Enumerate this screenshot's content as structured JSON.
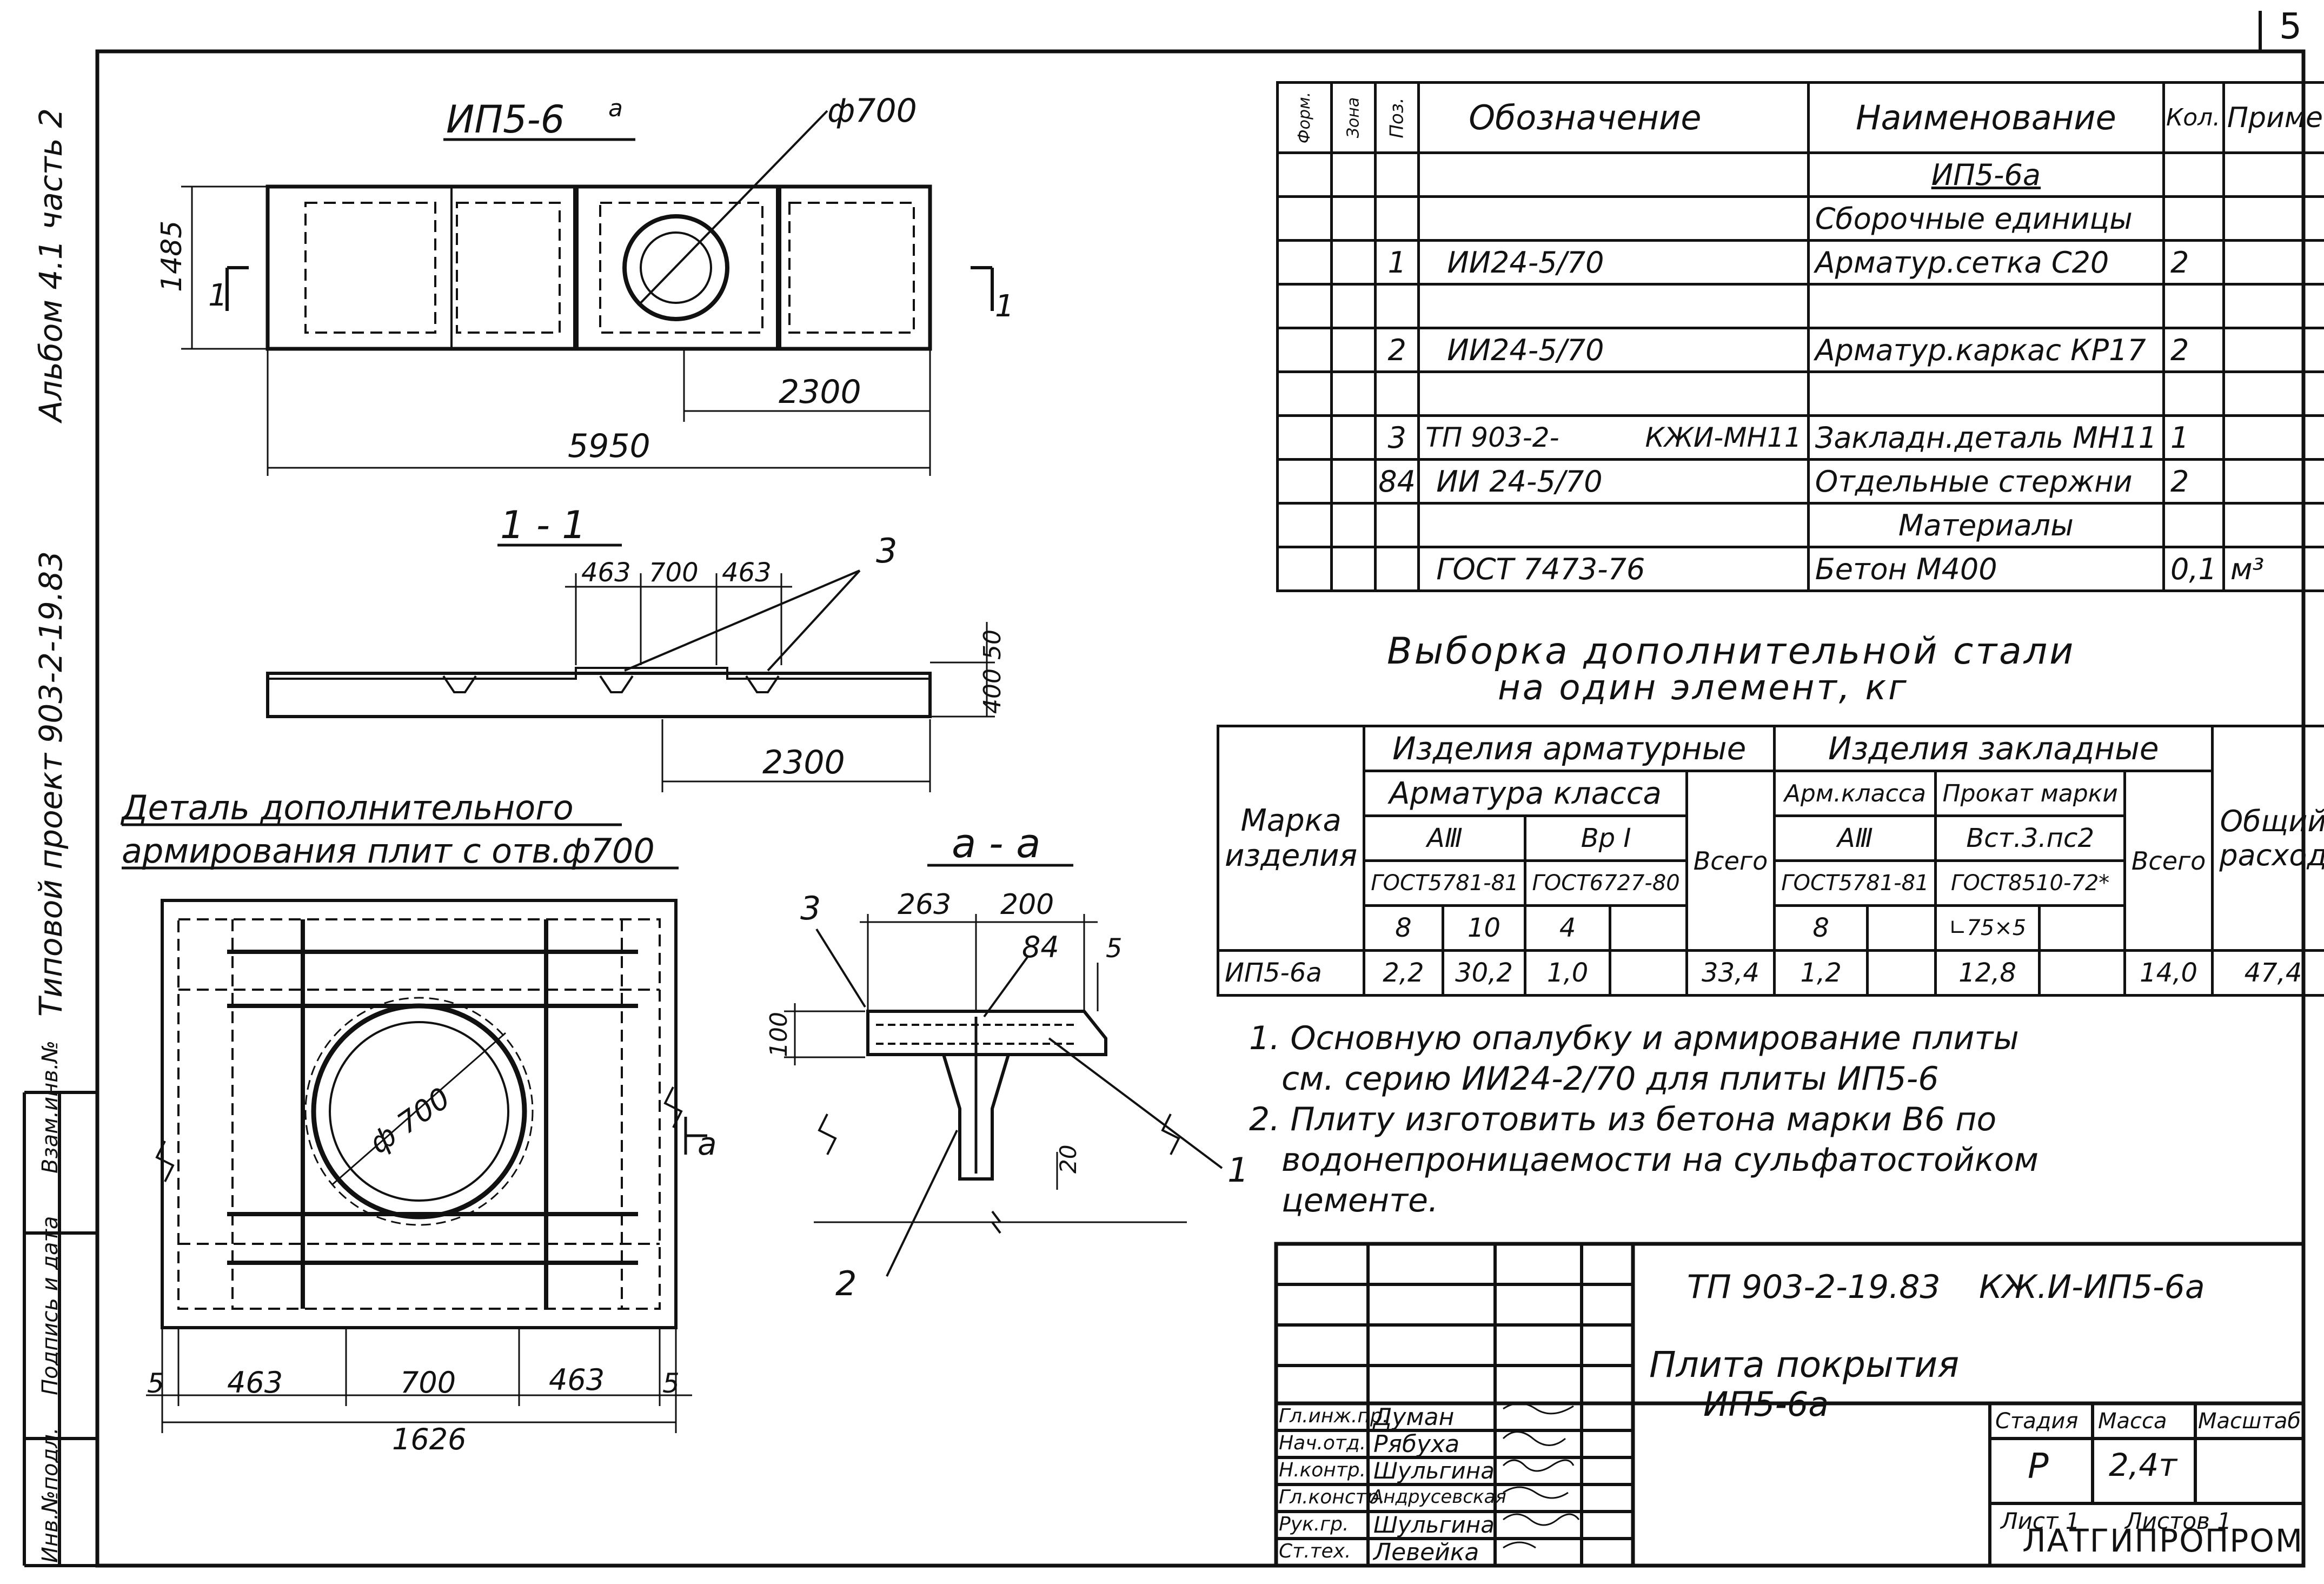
{
  "page_number": "5",
  "side_labels": {
    "album": "Альбом 4.1 часть 2",
    "project": "Типовой проект 903-2-19.83",
    "stamp_1": "Взам.инв.№",
    "stamp_2": "Подпись и дата",
    "stamp_3": "Инв.№подл."
  },
  "plan": {
    "title": "ИП5-6",
    "title_sup": "а",
    "hole": "ф700",
    "height": "1485",
    "offset": "2300",
    "length": "5950",
    "cut_left": "1",
    "cut_right": "1"
  },
  "section_1": {
    "title": "1 - 1",
    "d1": "463",
    "d2": "700",
    "d3": "463",
    "callout": "3",
    "h1": "50",
    "h2": "400",
    "offset": "2300"
  },
  "detail": {
    "title_line1": "Деталь дополнительного",
    "title_line2": "армирования плит с отв.ф700",
    "hole": "ф 700",
    "cut_label": "а",
    "d1": "5",
    "d2": "463",
    "d3": "700",
    "d4": "463",
    "d5": "5",
    "total": "1626"
  },
  "section_a": {
    "title": "а - а",
    "d1": "263",
    "d2": "200",
    "callout_3": "3",
    "callout_84": "84",
    "dim_5": "5",
    "h100": "100",
    "d20": "20",
    "callout_1": "1",
    "callout_2": "2"
  },
  "spec_table": {
    "headers": [
      "Форм.",
      "Зона",
      "Поз.",
      "Обозначение",
      "Наименование",
      "Кол.",
      "Примеч."
    ],
    "rows": [
      [
        "",
        "",
        "",
        "",
        "ИП5-6а",
        "",
        ""
      ],
      [
        "",
        "",
        "",
        "",
        "Сборочные единицы",
        "",
        ""
      ],
      [
        "",
        "",
        "1",
        "ИИ24-5/70",
        "Арматур.сетка С20",
        "2",
        ""
      ],
      [
        "",
        "",
        "",
        "",
        "",
        "",
        ""
      ],
      [
        "",
        "",
        "2",
        "ИИ24-5/70",
        "Арматур.каркас КР17",
        "2",
        ""
      ],
      [
        "",
        "",
        "",
        "",
        "",
        "",
        ""
      ],
      [
        "",
        "",
        "3",
        "ТП 903-2-          КЖИ-МН11",
        "Закладн.деталь МН11",
        "1",
        ""
      ],
      [
        "",
        "",
        "84",
        "ИИ 24-5/70",
        "Отдельные стержни",
        "2",
        ""
      ],
      [
        "",
        "",
        "",
        "",
        "Материалы",
        "",
        ""
      ],
      [
        "",
        "",
        "",
        "ГОСТ 7473-76",
        "Бетон М400",
        "0,1",
        "м³"
      ]
    ]
  },
  "steel": {
    "title_line1": "Выборка дополнительной стали",
    "title_line2": "на один элемент, кг",
    "h_mark": "Марка изделия",
    "h_reinf": "Изделия арматурные",
    "h_embed": "Изделия закладные",
    "h_class": "Арматура класса",
    "h_total": "Всего",
    "h_arm_class": "Арм.класса",
    "h_rolled": "Прокат марки",
    "h_total2": "Всего",
    "h_general": "Общий расход",
    "c_a3": "АⅢ",
    "c_bp1": "Вр Ⅰ",
    "c_a3b": "АⅢ",
    "c_st3": "Вст.3.пс2",
    "g1": "ГОСТ5781-81",
    "g2": "ГОСТ6727-80",
    "g3": "ГОСТ5781-81",
    "g4": "ГОСТ8510-72*",
    "s1": "8",
    "s2": "10",
    "s3": "4",
    "s4": "8",
    "s5": "∟75×5",
    "row": [
      "ИП5-6а",
      "2,2",
      "30,2",
      "1,0",
      "",
      "33,4",
      "1,2",
      "",
      "12,8",
      "",
      "14,0",
      "47,4"
    ]
  },
  "notes": {
    "n1a": "1. Основную опалубку и армирование плиты",
    "n1b": "см. серию ИИ24-2/70 для плиты ИП5-6",
    "n2a": "2. Плиту изготовить из бетона марки В6 по",
    "n2b": "водонепроницаемости на сульфатостойком",
    "n2c": "цементе."
  },
  "title_block": {
    "code": "ТП 903-2-19.83",
    "doc": "КЖ.И-ИП5-6а",
    "name_line1": "Плита покрытия",
    "name_line2": "ИП5-6а",
    "stage_h": "Стадия",
    "mass_h": "Масса",
    "scale_h": "Масштаб",
    "stage": "Р",
    "mass": "2,4т",
    "sheet": "Лист 1",
    "sheets": "Листов 1",
    "org": "ЛАТГИПРОПРОМ",
    "people": [
      [
        "Гл.инж.пр.",
        "Думан"
      ],
      [
        "Нач.отд.",
        "Рябуха"
      ],
      [
        "Н.контр.",
        "Шульгина"
      ],
      [
        "Гл.констр.",
        "Андрусевская"
      ],
      [
        "Рук.гр.",
        "Шульгина"
      ],
      [
        "Ст.тех.",
        "Левейка"
      ]
    ]
  }
}
